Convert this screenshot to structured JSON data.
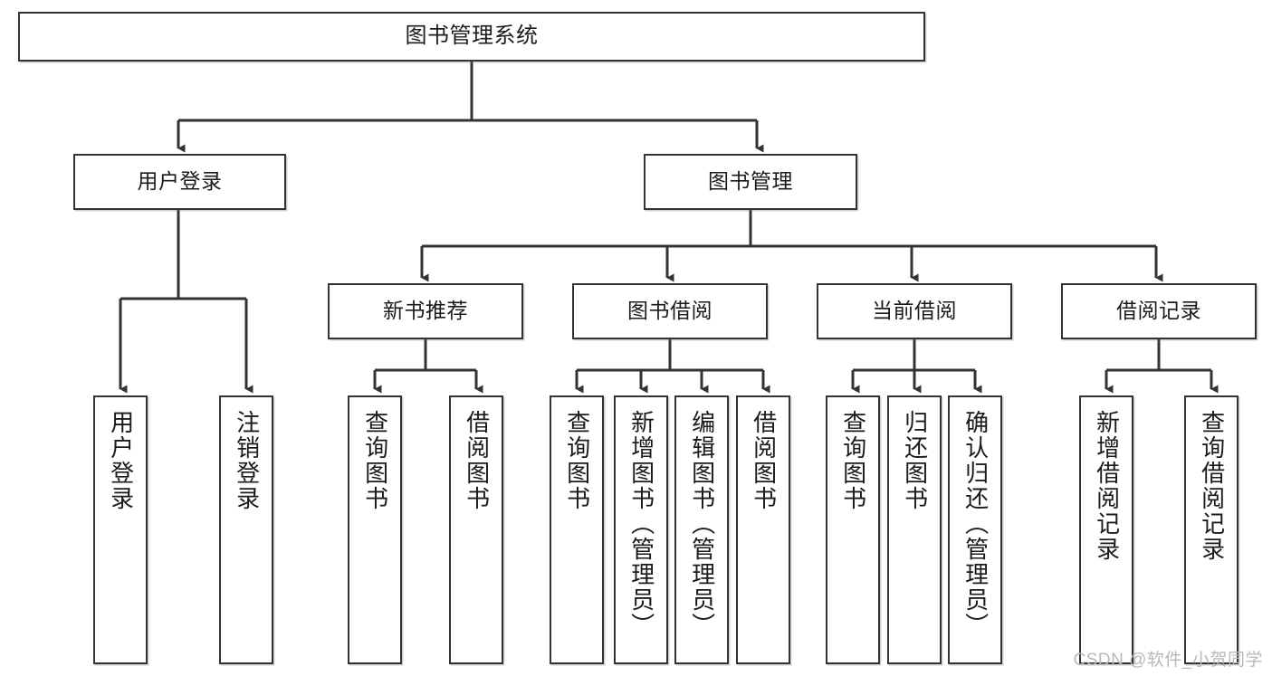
{
  "diagram": {
    "title": "图书管理系统",
    "type": "tree-hierarchy-diagram",
    "colors": {
      "box_border": "#333333",
      "box_fill": "#ffffff",
      "edge": "#333333",
      "text": "#1b1b1b",
      "watermark": "#b9b9b9"
    },
    "nodes": {
      "root": {
        "label": "图书管理系统"
      },
      "level2": [
        {
          "id": "user-login",
          "label": "用户登录"
        },
        {
          "id": "book-manage",
          "label": "图书管理"
        }
      ],
      "level3": [
        {
          "id": "new-book-recommend",
          "label": "新书推荐"
        },
        {
          "id": "book-borrow",
          "label": "图书借阅"
        },
        {
          "id": "current-borrow",
          "label": "当前借阅"
        },
        {
          "id": "borrow-record",
          "label": "借阅记录"
        }
      ],
      "leaves": {
        "user-login": [
          {
            "id": "leaf-user-login",
            "label": "用户登录"
          },
          {
            "id": "leaf-logout-login",
            "label": "注销登录"
          }
        ],
        "new-book-recommend": [
          {
            "id": "leaf-query-book-1",
            "label": "查询图书"
          },
          {
            "id": "leaf-borrow-book-1",
            "label": "借阅图书"
          }
        ],
        "book-borrow": [
          {
            "id": "leaf-query-book-2",
            "label": "查询图书"
          },
          {
            "id": "leaf-add-book-admin",
            "label": "新增图书（管理员）"
          },
          {
            "id": "leaf-edit-book-admin",
            "label": "编辑图书（管理员）"
          },
          {
            "id": "leaf-borrow-book-2",
            "label": "借阅图书"
          }
        ],
        "current-borrow": [
          {
            "id": "leaf-query-book-3",
            "label": "查询图书"
          },
          {
            "id": "leaf-return-book",
            "label": "归还图书"
          },
          {
            "id": "leaf-confirm-return-admin",
            "label": "确认归还（管理员）"
          }
        ],
        "borrow-record": [
          {
            "id": "leaf-add-borrow-record",
            "label": "新增借阅记录"
          },
          {
            "id": "leaf-query-borrow-record",
            "label": "查询借阅记录"
          }
        ]
      }
    }
  },
  "watermark": {
    "text": "CSDN @软件_小贺同学"
  }
}
